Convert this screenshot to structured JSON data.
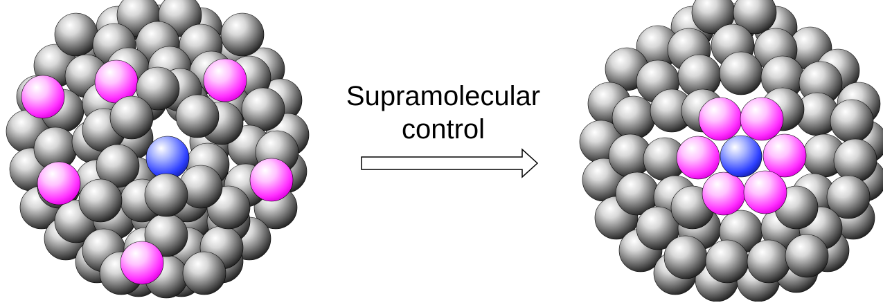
{
  "diagram": {
    "arrow_label_lines": [
      "Supramolecular",
      "control"
    ],
    "colors": {
      "host_atom": "#8a8a8a",
      "dopant_atom": "#ff44ff",
      "center_atom": "#3a4cff"
    },
    "left_cluster": {
      "arrangement": "dopant atoms dispersed on the surface",
      "dopant_count_visible": 6,
      "center_atom_count": 1
    },
    "right_cluster": {
      "arrangement": "dopant atoms grouped in a ring around the center atom",
      "dopant_count_visible": 6,
      "center_atom_count": 1
    }
  }
}
